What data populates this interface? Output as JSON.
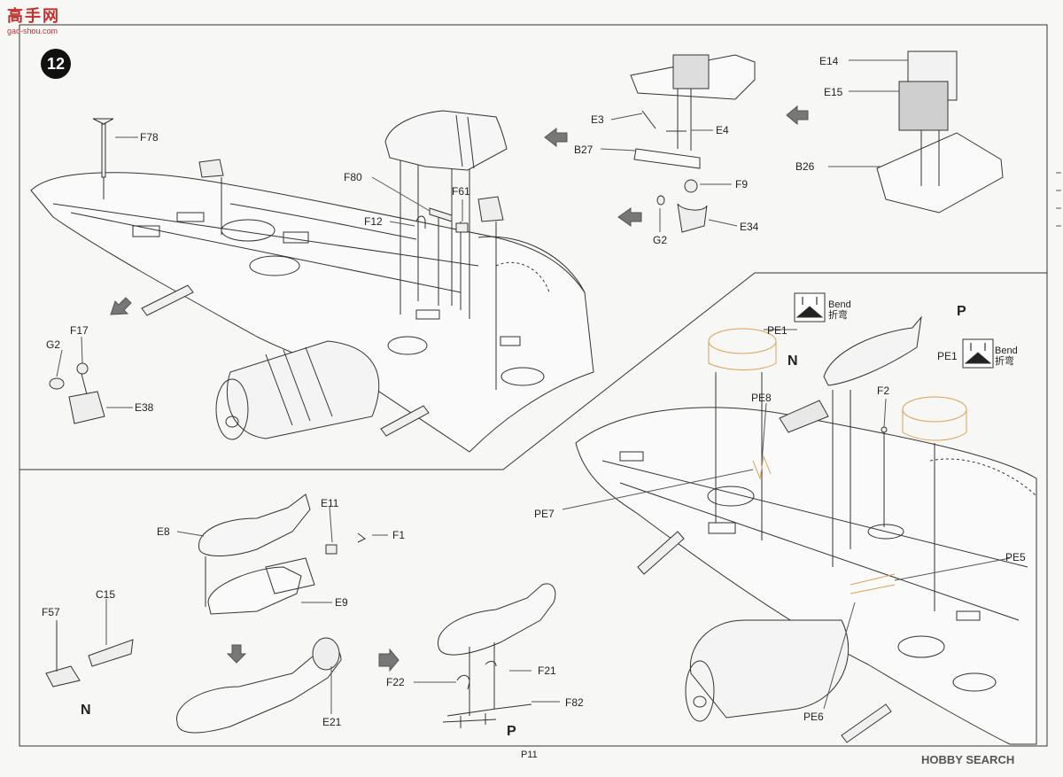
{
  "logo": {
    "hanzi": "高手网",
    "url": "gao-shou.com"
  },
  "step_number": "12",
  "page_number": "P11",
  "watermark": "HOBBY SEARCH",
  "bend_note": {
    "en": "Bend",
    "zh": "折弯"
  },
  "variants": {
    "n": "N",
    "p": "P"
  },
  "labels": {
    "F78": "F78",
    "F80": "F80",
    "F12": "F12",
    "F61": "F61",
    "G2_a": "G2",
    "F17": "F17",
    "E38": "E38",
    "E3": "E3",
    "E4": "E4",
    "B27": "B27",
    "F9": "F9",
    "G2_b": "G2",
    "E34": "E34",
    "E14": "E14",
    "E15": "E15",
    "B26": "B26",
    "PE1_a": "PE1",
    "PE1_b": "PE1",
    "PE8": "PE8",
    "F2": "F2",
    "PE7": "PE7",
    "PE5": "PE5",
    "PE6": "PE6",
    "E8": "E8",
    "E11": "E11",
    "F1": "F1",
    "E9": "E9",
    "C15": "C15",
    "F57": "F57",
    "E21": "E21",
    "F21": "F21",
    "F22": "F22",
    "F82": "F82"
  }
}
